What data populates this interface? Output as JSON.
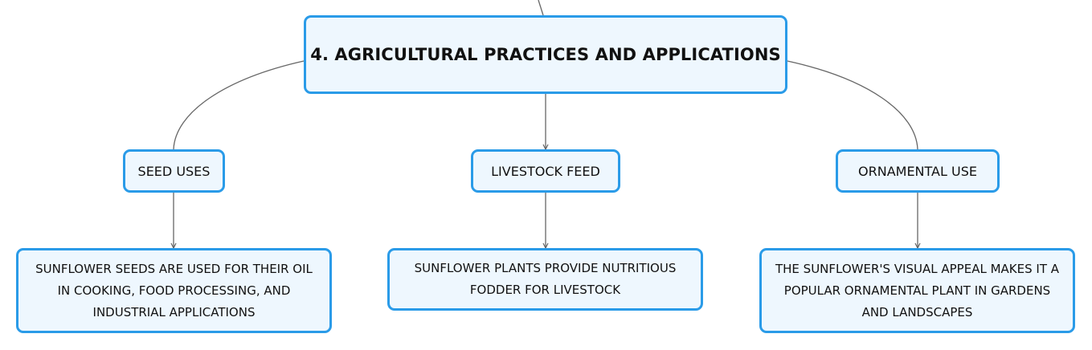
{
  "diagram": {
    "root": {
      "label": "4. AGRICULTURAL PRACTICES AND APPLICATIONS"
    },
    "branches": [
      {
        "label": "SEED USES",
        "detail": "SUNFLOWER SEEDS ARE USED FOR THEIR OIL IN COOKING, FOOD PROCESSING, AND INDUSTRIAL APPLICATIONS"
      },
      {
        "label": "LIVESTOCK FEED",
        "detail": "SUNFLOWER PLANTS PROVIDE NUTRITIOUS FODDER FOR LIVESTOCK"
      },
      {
        "label": "ORNAMENTAL USE",
        "detail": "THE SUNFLOWER'S VISUAL APPEAL MAKES IT A POPULAR ORNAMENTAL PLANT IN GARDENS AND LANDSCAPES"
      }
    ],
    "colors": {
      "border": "#2a9be8",
      "fill": "#eef7fe",
      "line": "#666666",
      "text": "#111111"
    }
  }
}
